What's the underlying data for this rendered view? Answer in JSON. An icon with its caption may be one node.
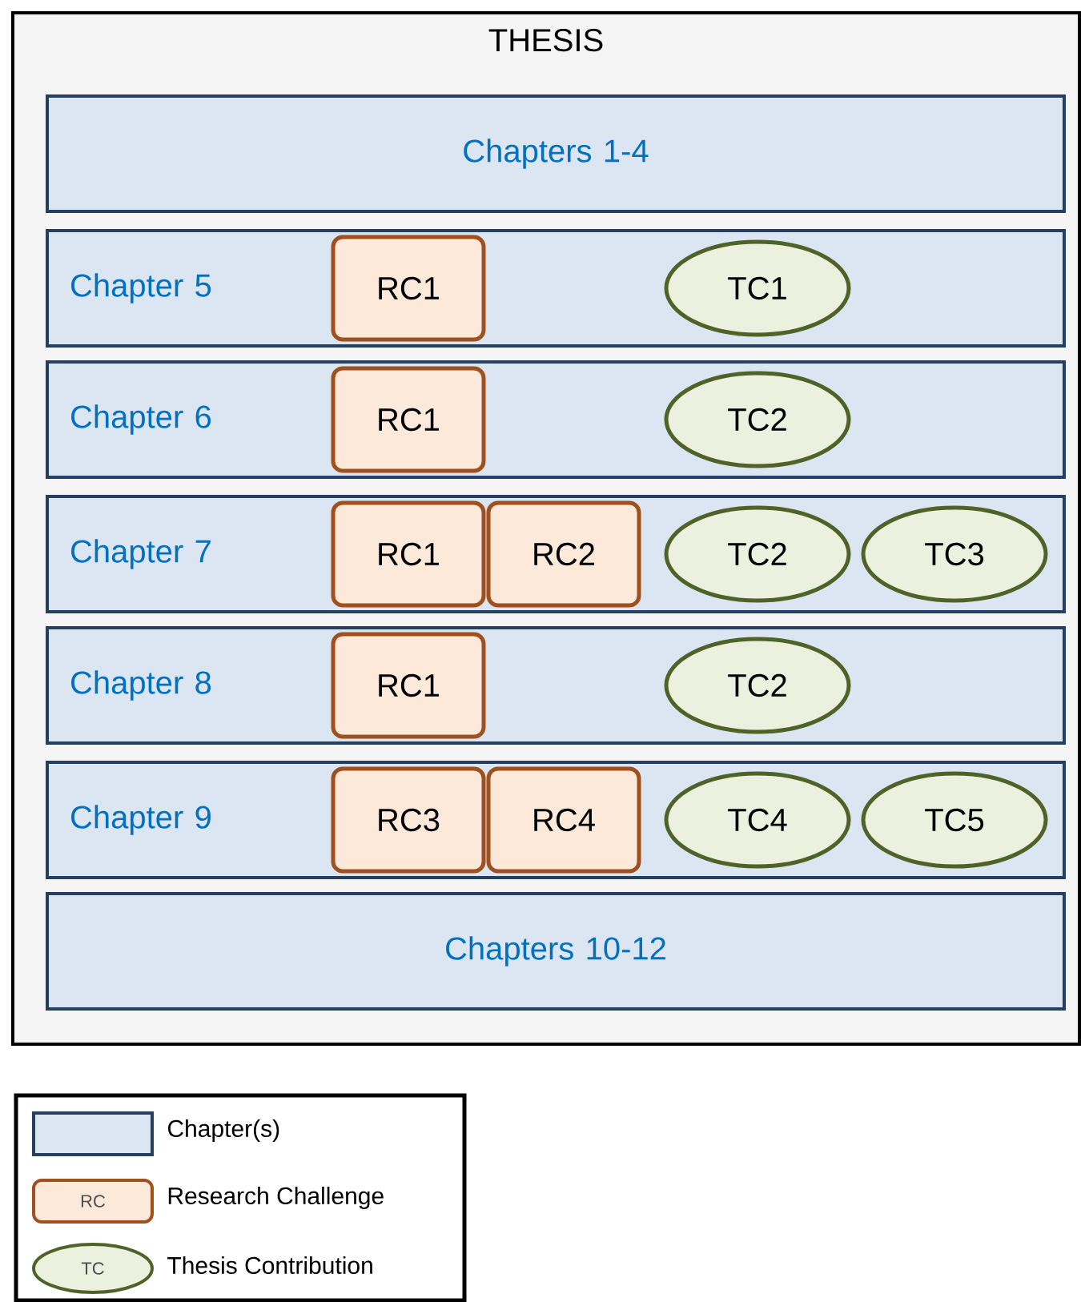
{
  "diagram": {
    "nodes": [
      {
        "text": [
          "THESIS"
        ]
      },
      {
        "text": [
          "Chapters 1-4"
        ],
        "in": 0
      },
      {
        "text": [
          "Chapter 5"
        ],
        "in": 0
      },
      {
        "text": [
          "RC1"
        ],
        "in": 2
      },
      {
        "text": [
          "TC1"
        ],
        "in": 2
      },
      {
        "text": [
          "Chapter 6"
        ],
        "in": 0
      },
      {
        "text": [
          "RC1"
        ],
        "in": 5
      },
      {
        "text": [
          "TC2"
        ],
        "in": 5
      },
      {
        "text": [
          "Chapter 7"
        ],
        "in": 0
      },
      {
        "text": [
          "RC1"
        ],
        "in": 8
      },
      {
        "text": [
          "RC2"
        ],
        "in": 8
      },
      {
        "text": [
          "TC2"
        ],
        "in": 8
      },
      {
        "text": [
          "TC3"
        ],
        "in": 8
      },
      {
        "text": [
          "Chapter 8"
        ],
        "in": 0
      },
      {
        "text": [
          "RC1"
        ],
        "in": 13
      },
      {
        "text": [
          "TC2"
        ],
        "in": 13
      },
      {
        "text": [
          "Chapter 9"
        ],
        "in": 0
      },
      {
        "text": [
          "RC3"
        ],
        "in": 16
      },
      {
        "text": [
          "RC4"
        ],
        "in": 16
      },
      {
        "text": [
          "TC4"
        ],
        "in": 16
      },
      {
        "text": [
          "TC5"
        ],
        "in": 16
      },
      {
        "text": [
          "Chapters 10-12"
        ],
        "in": 0
      }
    ],
    "labels": [
      "RC",
      "TC"
    ],
    "legend": [
      {
        "text": "Chapter(s)",
        "color": "#dce6f2"
      },
      {
        "text": "Research Challenge",
        "color": "#fde9d9"
      },
      {
        "text": "Thesis Contribution",
        "color": "#ebf1de"
      }
    ]
  }
}
